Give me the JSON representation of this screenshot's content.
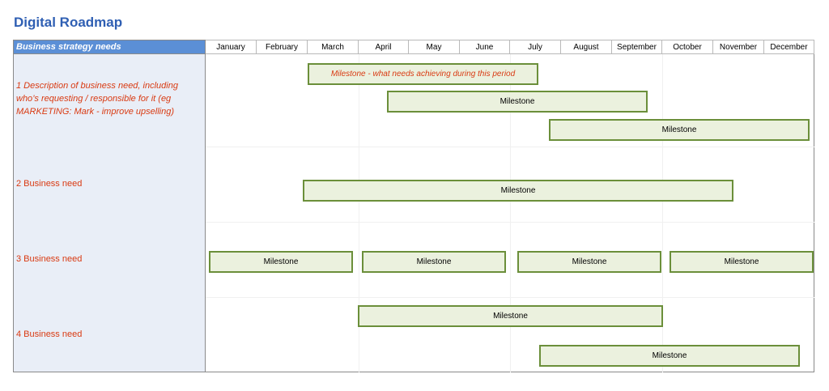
{
  "title": "Digital Roadmap",
  "header_label": "Business strategy needs",
  "months": [
    "January",
    "February",
    "March",
    "April",
    "May",
    "June",
    "July",
    "August",
    "September",
    "October",
    "November",
    "December"
  ],
  "rows": [
    {
      "label": "1 Description of business need, including who’s requesting / responsible for it (eg MARKETING: Mark - improve upselling)"
    },
    {
      "label": "2 Business need"
    },
    {
      "label": "3 Business need"
    },
    {
      "label": "4 Business need"
    }
  ],
  "milestones": [
    {
      "text": "Milestone - what needs achieving during this period",
      "row": 1
    },
    {
      "text": "Milestone",
      "row": 1
    },
    {
      "text": "Milestone",
      "row": 1
    },
    {
      "text": "Milestone",
      "row": 2
    },
    {
      "text": "Milestone",
      "row": 3
    },
    {
      "text": "Milestone",
      "row": 3
    },
    {
      "text": "Milestone",
      "row": 3
    },
    {
      "text": "Milestone",
      "row": 3
    },
    {
      "text": "Milestone",
      "row": 4
    },
    {
      "text": "Milestone",
      "row": 4
    }
  ],
  "colors": {
    "title": "#2f5fb3",
    "header": "#5b8fd6",
    "label_text": "#d93a12",
    "bar_fill": "#ebf1de",
    "bar_border": "#6b8f3a"
  }
}
